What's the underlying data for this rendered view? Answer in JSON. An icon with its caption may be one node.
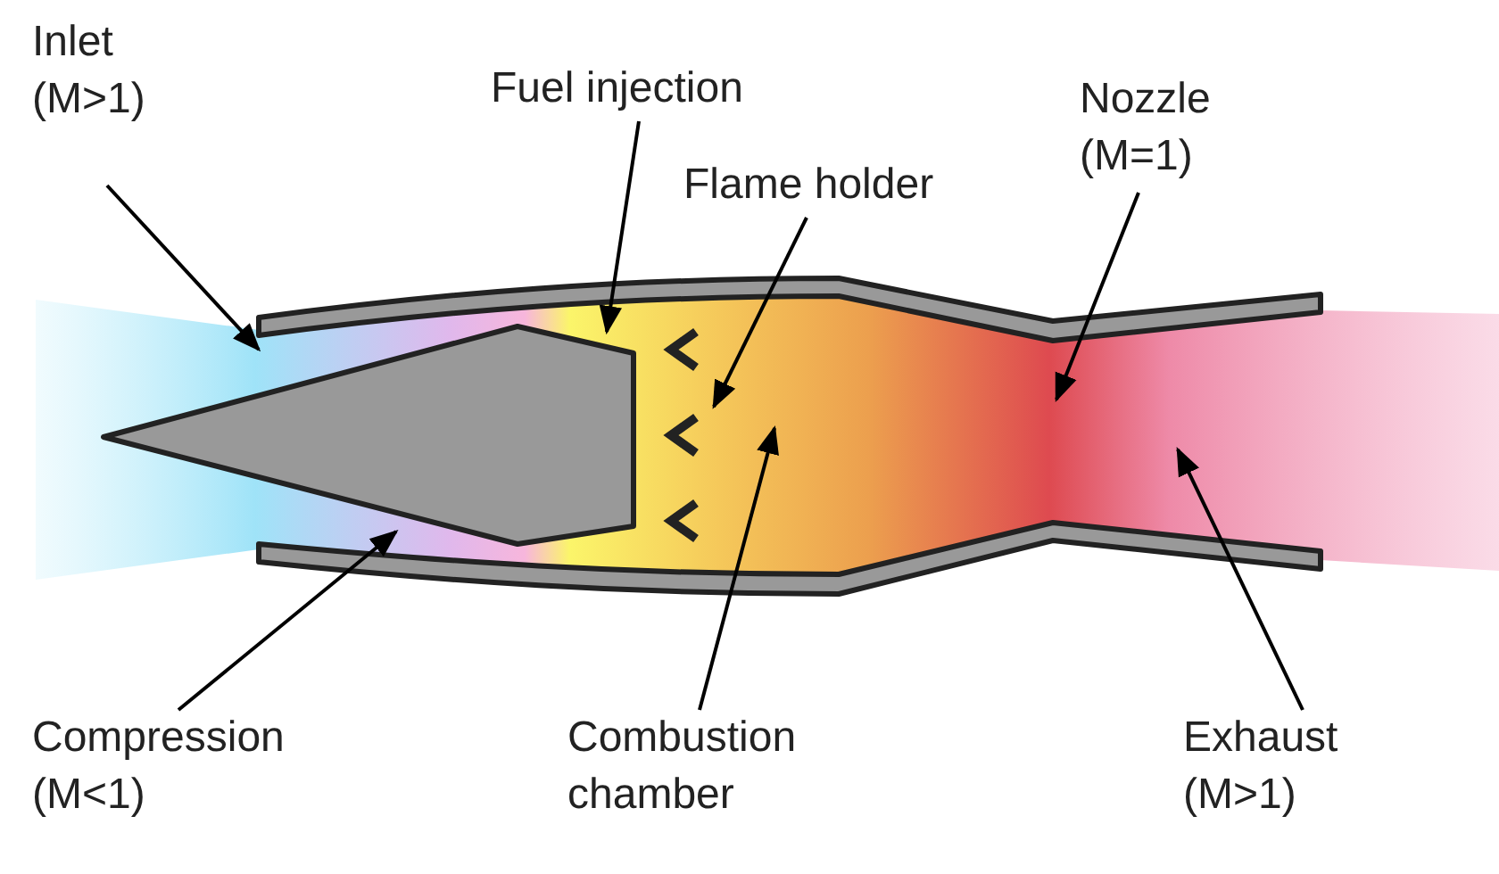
{
  "diagram": {
    "nodes": [
      {
        "text": [
          "Inlet (M>1)"
        ]
      },
      {
        "text": [
          "Fuel injection"
        ]
      },
      {
        "text": [
          "Flame holder"
        ]
      },
      {
        "text": [
          "Nozzle (M=1)"
        ]
      },
      {
        "text": [
          "Compression (M<1)"
        ]
      },
      {
        "text": [
          "Combustion chamber"
        ]
      },
      {
        "text": [
          "Exhaust (M>1)"
        ]
      }
    ],
    "edges": [
      {
        "from": 0,
        "to": null,
        "arrow": "to"
      },
      {
        "from": 1,
        "to": null,
        "arrow": "to"
      },
      {
        "from": 2,
        "to": null,
        "arrow": "to"
      },
      {
        "from": 3,
        "to": null,
        "arrow": "to"
      },
      {
        "from": 4,
        "to": null,
        "arrow": "to"
      },
      {
        "from": 5,
        "to": null,
        "arrow": "to"
      },
      {
        "from": 6,
        "to": null,
        "arrow": "to"
      }
    ]
  }
}
